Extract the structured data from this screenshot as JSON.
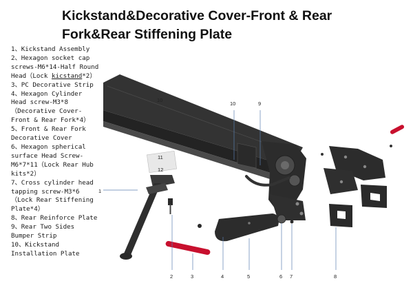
{
  "title": {
    "line1": "Kickstand&Decorative Cover-Front & Rear",
    "line2": "Fork&Rear Stiffening Plate"
  },
  "parts_list": [
    "1、Kickstand Assembly",
    "2、Hexagon socket cap",
    "screws-M6*14-Half Round",
    "Head（Lock ",
    "3、PC Decorative Strip",
    "4、Hexagon Cylinder",
    "Head screw-M3*8",
    "（Decorative Cover-",
    "Front & Rear Fork*4）",
    "5、Front & Rear Fork",
    "Decorative Cover",
    "6、Hexagon spherical",
    "surface Head Screw-",
    "M6*7*11（Lock Rear Hub",
    "kits*2）",
    "7、Cross cylinder head",
    "tapping screw-M3*6",
    "（Lock Rear Stiffening",
    "Plate*4）",
    "8、Rear Reinforce Plate",
    "9、Rear Two Sides",
    "Bumper Strip",
    "10、Kickstand",
    "Installation Plate"
  ],
  "parts_list_underlined": {
    "before": "Head（Lock ",
    "word": "kicstand",
    "after": "*2）"
  },
  "callouts": {
    "c10_on_deck": "10",
    "c10_top": "10",
    "c9_top": "9",
    "c11": "11",
    "c12": "12",
    "c1": "1",
    "c2": "2",
    "c3": "3",
    "c4": "4",
    "c5": "5",
    "c6": "6",
    "c7": "7",
    "c8": "8"
  },
  "colors": {
    "part_dark": "#2e2e2e",
    "part_mid": "#3a3a3a",
    "strip_red": "#c8102e",
    "leader_blue": "#5b7fb0"
  }
}
